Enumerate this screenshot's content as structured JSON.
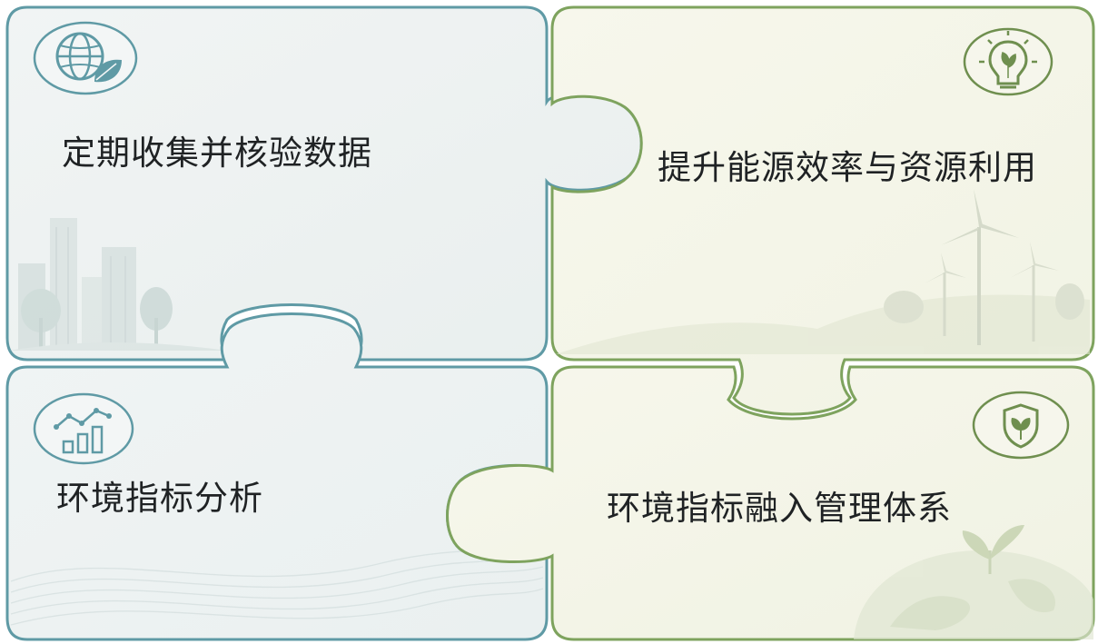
{
  "colors": {
    "teal_border": "#5f9aa5",
    "green_border": "#7ea35e",
    "teal_fill": "#eef3f3",
    "green_fill": "#f5f5e9"
  },
  "pieces": [
    {
      "id": "top-left",
      "label": "定期收集并核验数据",
      "icon": "globe-leaf-icon",
      "accent": "teal"
    },
    {
      "id": "top-right",
      "label": "提升能源效率与资源利用",
      "icon": "lightbulb-leaf-icon",
      "accent": "green"
    },
    {
      "id": "bottom-left",
      "label": "环境指标分析",
      "icon": "chart-trend-icon",
      "accent": "teal"
    },
    {
      "id": "bottom-right",
      "label": "环境指标融入管理体系",
      "icon": "shield-leaf-icon",
      "accent": "green"
    }
  ]
}
